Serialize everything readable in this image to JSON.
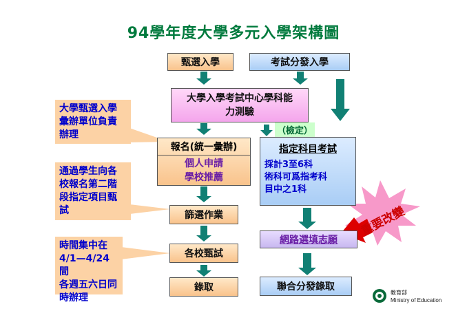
{
  "title": "94學年度大學多元入學架構圖",
  "left_top": "甄選入學",
  "right_top": "考試分發入學",
  "center": [
    "大學入學考試中心學科能",
    "力測驗"
  ],
  "check_tag": "（檢定）",
  "register": {
    "header": "報名(統一彙辦)",
    "items": [
      "個人申請",
      "學校推薦"
    ]
  },
  "specified_exam": {
    "header": "指定科目考試",
    "lines": [
      "採計3至6科",
      "術科可爲指考科",
      "目中之1科"
    ]
  },
  "screening": "篩選作業",
  "school_exam": "各校甄試",
  "admit": "錄取",
  "online": "網路選填志願",
  "joint": "聯合分發錄取",
  "major_change": "重要改變",
  "notes": [
    [
      "大學甄選入學",
      "彙辦單位負責",
      "辦理"
    ],
    [
      "通過學生向各",
      "校報名第二階",
      "段指定項目甄",
      "試"
    ],
    [
      "時間集中在",
      "4/1—4/24間",
      "各週五六日同",
      "時辦理"
    ]
  ],
  "logo": {
    "org_cn": "教育部",
    "org_en": "Ministry of Education"
  },
  "colors": {
    "title": "#007a3d",
    "arrow": "#118074",
    "note_bg": "#fcd2a5",
    "note_text": "#0000cc",
    "star": "#f799c9",
    "red_arrow": "#dd0000"
  }
}
